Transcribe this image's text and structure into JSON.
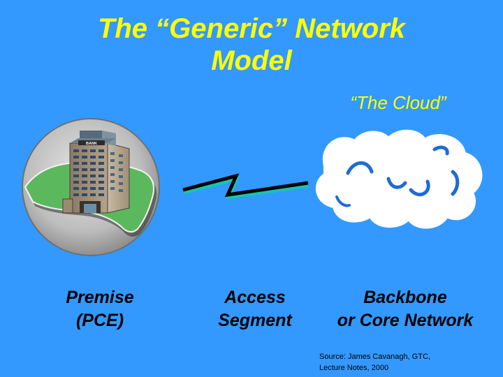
{
  "slide": {
    "title_line1": "The “Generic” Network",
    "title_line2": "Model",
    "cloud_caption": "“The Cloud”",
    "building_sign": "BANK",
    "labels": {
      "premise_line1": "Premise",
      "premise_line2": "(PCE)",
      "access_line1": "Access",
      "access_line2": "Segment",
      "backbone_line1": "Backbone",
      "backbone_line2": "or Core Network"
    },
    "source_line1": "Source: James Cavanagh, GTC,",
    "source_line2": "Lecture Notes, 2000"
  },
  "colors": {
    "background": "#3399ff",
    "title": "#ffff00",
    "text": "#000000",
    "cloud_fill": "#ffffff",
    "cloud_marks": "#1e6bd6",
    "lawn": "#5cb85c",
    "link_line": "#000000",
    "link_highlight": "#17c3b2"
  }
}
